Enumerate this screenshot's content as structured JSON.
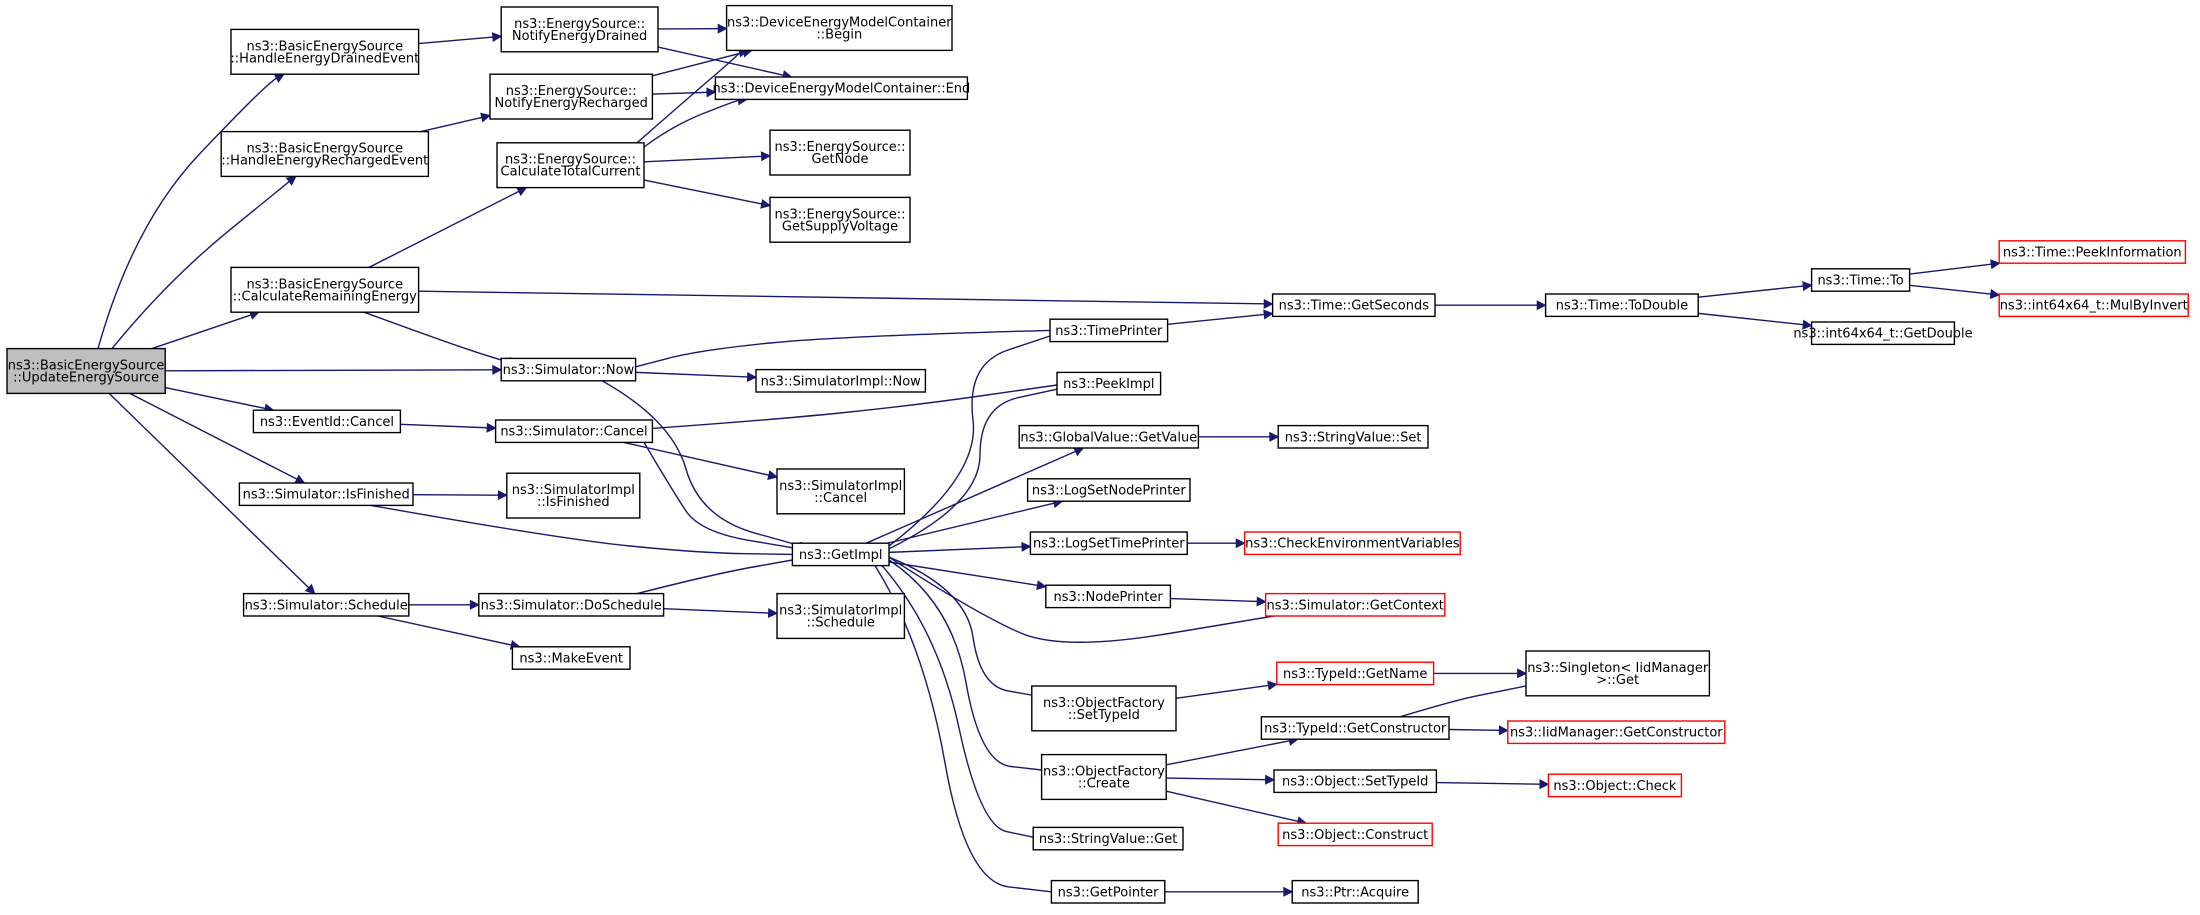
{
  "colors": {
    "edge": "#191970",
    "root_fill": "#bfbfbf",
    "truncated_border": "#ff0000",
    "border": "#000000"
  },
  "nodes": {
    "n0": {
      "lines": [
        "ns3::BasicEnergySource",
        "::UpdateEnergySource"
      ],
      "root": true
    },
    "n1": {
      "lines": [
        "ns3::BasicEnergySource",
        "::HandleEnergyDrainedEvent"
      ]
    },
    "n2": {
      "lines": [
        "ns3::BasicEnergySource",
        "::HandleEnergyRechargedEvent"
      ]
    },
    "n3": {
      "lines": [
        "ns3::BasicEnergySource",
        "::CalculateRemainingEnergy"
      ]
    },
    "n4": {
      "lines": [
        "ns3::Simulator::Now"
      ]
    },
    "n5": {
      "lines": [
        "ns3::EventId::Cancel"
      ]
    },
    "n6": {
      "lines": [
        "ns3::Simulator::IsFinished"
      ]
    },
    "n7": {
      "lines": [
        "ns3::Simulator::Schedule"
      ]
    },
    "n8": {
      "lines": [
        "ns3::EnergySource::",
        "NotifyEnergyDrained"
      ]
    },
    "n9": {
      "lines": [
        "ns3::EnergySource::",
        "NotifyEnergyRecharged"
      ]
    },
    "n10": {
      "lines": [
        "ns3::EnergySource::",
        "CalculateTotalCurrent"
      ]
    },
    "n11": {
      "lines": [
        "ns3::SimulatorImpl::Now"
      ]
    },
    "n12": {
      "lines": [
        "ns3::Simulator::Cancel"
      ]
    },
    "n13": {
      "lines": [
        "ns3::SimulatorImpl",
        "::IsFinished"
      ]
    },
    "n14": {
      "lines": [
        "ns3::Simulator::DoSchedule"
      ]
    },
    "n15": {
      "lines": [
        "ns3::MakeEvent"
      ]
    },
    "n16": {
      "lines": [
        "ns3::DeviceEnergyModelContainer",
        "::Begin"
      ]
    },
    "n17": {
      "lines": [
        "ns3::DeviceEnergyModelContainer::End"
      ]
    },
    "n18": {
      "lines": [
        "ns3::EnergySource::",
        "GetNode"
      ]
    },
    "n19": {
      "lines": [
        "ns3::EnergySource::",
        "GetSupplyVoltage"
      ]
    },
    "n20": {
      "lines": [
        "ns3::SimulatorImpl",
        "::Cancel"
      ]
    },
    "n21": {
      "lines": [
        "ns3::GetImpl"
      ]
    },
    "n22": {
      "lines": [
        "ns3::SimulatorImpl",
        "::Schedule"
      ]
    },
    "n23": {
      "lines": [
        "ns3::TimePrinter"
      ]
    },
    "n24": {
      "lines": [
        "ns3::PeekImpl"
      ]
    },
    "n25": {
      "lines": [
        "ns3::GlobalValue::GetValue"
      ]
    },
    "n26": {
      "lines": [
        "ns3::LogSetNodePrinter"
      ]
    },
    "n27": {
      "lines": [
        "ns3::LogSetTimePrinter"
      ]
    },
    "n28": {
      "lines": [
        "ns3::NodePrinter"
      ]
    },
    "n29": {
      "lines": [
        "ns3::ObjectFactory",
        "::SetTypeId"
      ]
    },
    "n30": {
      "lines": [
        "ns3::ObjectFactory",
        "::Create"
      ]
    },
    "n31": {
      "lines": [
        "ns3::StringValue::Get"
      ]
    },
    "n32": {
      "lines": [
        "ns3::GetPointer"
      ]
    },
    "n33": {
      "lines": [
        "ns3::Time::GetSeconds"
      ]
    },
    "n34": {
      "lines": [
        "ns3::StringValue::Set"
      ]
    },
    "n35": {
      "lines": [
        "ns3::CheckEnvironmentVariables"
      ],
      "truncated": true
    },
    "n36": {
      "lines": [
        "ns3::Simulator::GetContext"
      ],
      "truncated": true
    },
    "n37": {
      "lines": [
        "ns3::TypeId::GetName"
      ],
      "truncated": true
    },
    "n38": {
      "lines": [
        "ns3::TypeId::GetConstructor"
      ]
    },
    "n39": {
      "lines": [
        "ns3::Object::SetTypeId"
      ]
    },
    "n40": {
      "lines": [
        "ns3::Object::Construct"
      ],
      "truncated": true
    },
    "n41": {
      "lines": [
        "ns3::Ptr::Acquire"
      ]
    },
    "n42": {
      "lines": [
        "ns3::Time::ToDouble"
      ]
    },
    "n43": {
      "lines": [
        "ns3::Singleton< IidManager",
        ">::Get"
      ]
    },
    "n44": {
      "lines": [
        "ns3::IidManager::GetConstructor"
      ],
      "truncated": true
    },
    "n45": {
      "lines": [
        "ns3::Object::Check"
      ],
      "truncated": true
    },
    "n46": {
      "lines": [
        "ns3::Time::To"
      ]
    },
    "n47": {
      "lines": [
        "ns3::int64x64_t::GetDouble"
      ]
    },
    "n48": {
      "lines": [
        "ns3::Time::PeekInformation"
      ],
      "truncated": true
    },
    "n49": {
      "lines": [
        "ns3::int64x64_t::MulByInvert"
      ],
      "truncated": true
    }
  },
  "edges": [
    [
      "n0",
      "n1"
    ],
    [
      "n0",
      "n2"
    ],
    [
      "n0",
      "n3"
    ],
    [
      "n0",
      "n4"
    ],
    [
      "n0",
      "n5"
    ],
    [
      "n0",
      "n6"
    ],
    [
      "n0",
      "n7"
    ],
    [
      "n1",
      "n8"
    ],
    [
      "n2",
      "n9"
    ],
    [
      "n3",
      "n10"
    ],
    [
      "n3",
      "n4"
    ],
    [
      "n3",
      "n33"
    ],
    [
      "n8",
      "n16"
    ],
    [
      "n8",
      "n17"
    ],
    [
      "n9",
      "n16"
    ],
    [
      "n9",
      "n17"
    ],
    [
      "n10",
      "n16"
    ],
    [
      "n10",
      "n17"
    ],
    [
      "n10",
      "n18"
    ],
    [
      "n10",
      "n19"
    ],
    [
      "n4",
      "n11"
    ],
    [
      "n4",
      "n21"
    ],
    [
      "n5",
      "n12"
    ],
    [
      "n12",
      "n20"
    ],
    [
      "n12",
      "n21"
    ],
    [
      "n12",
      "n24"
    ],
    [
      "n6",
      "n13"
    ],
    [
      "n6",
      "n21"
    ],
    [
      "n7",
      "n14"
    ],
    [
      "n7",
      "n15"
    ],
    [
      "n14",
      "n21"
    ],
    [
      "n14",
      "n22"
    ],
    [
      "n21",
      "n23"
    ],
    [
      "n21",
      "n24"
    ],
    [
      "n21",
      "n25"
    ],
    [
      "n21",
      "n26"
    ],
    [
      "n21",
      "n27"
    ],
    [
      "n21",
      "n28"
    ],
    [
      "n21",
      "n29"
    ],
    [
      "n21",
      "n30"
    ],
    [
      "n21",
      "n31"
    ],
    [
      "n21",
      "n32"
    ],
    [
      "n21",
      "n36"
    ],
    [
      "n23",
      "n4"
    ],
    [
      "n23",
      "n33"
    ],
    [
      "n25",
      "n34"
    ],
    [
      "n27",
      "n35"
    ],
    [
      "n28",
      "n36"
    ],
    [
      "n29",
      "n37"
    ],
    [
      "n37",
      "n43"
    ],
    [
      "n30",
      "n38"
    ],
    [
      "n30",
      "n39"
    ],
    [
      "n30",
      "n40"
    ],
    [
      "n38",
      "n43"
    ],
    [
      "n38",
      "n44"
    ],
    [
      "n39",
      "n45"
    ],
    [
      "n32",
      "n41"
    ],
    [
      "n33",
      "n42"
    ],
    [
      "n42",
      "n46"
    ],
    [
      "n42",
      "n47"
    ],
    [
      "n46",
      "n48"
    ],
    [
      "n46",
      "n49"
    ]
  ]
}
